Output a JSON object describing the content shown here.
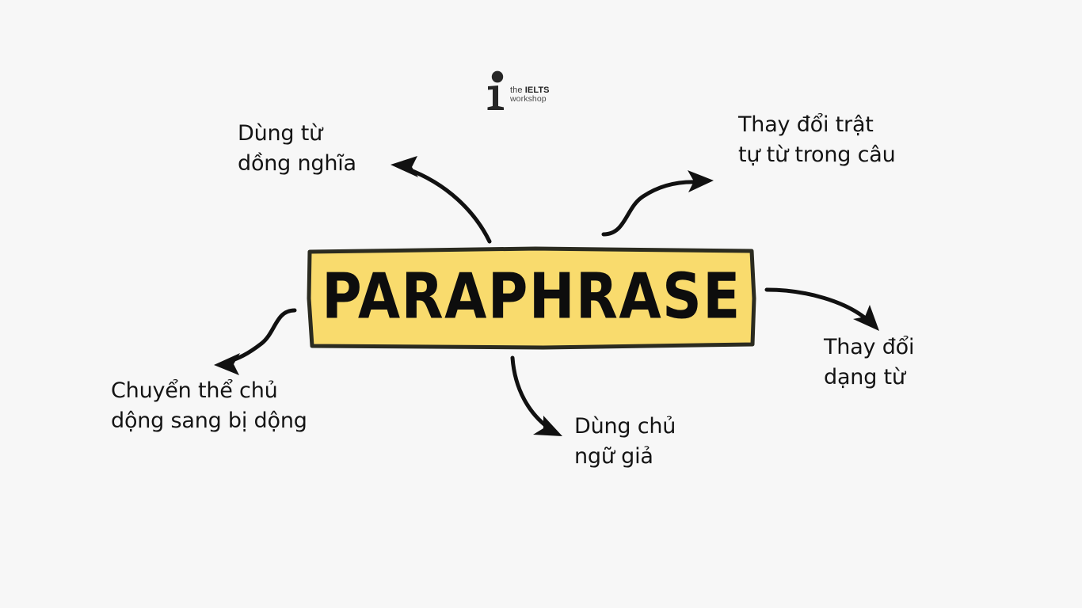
{
  "page": {
    "background_color": "#f7f7f7",
    "text_color": "#141414",
    "accent_color": "#f9db6d",
    "stroke_color": "#111111"
  },
  "logo": {
    "name": "the-ielts-workshop-logo",
    "mark": "i-serif-glyph",
    "line1_prefix": "the ",
    "line1_brand": "IELTS",
    "line2": "workshop"
  },
  "central_node": {
    "label": "PARAPHRASE",
    "fill_color": "#f9db6d",
    "border_color": "#2b2b20"
  },
  "branches": [
    {
      "id": "synonym",
      "label": "Dùng từ\ndồng nghĩa",
      "direction": "top-left",
      "arrow": "curved-arrow-up-left"
    },
    {
      "id": "word-order",
      "label": "Thay đổi trật\ntự từ trong câu",
      "direction": "top-right",
      "arrow": "curved-arrow-up-right"
    },
    {
      "id": "passive",
      "label": "Chuyển thể chủ\ndộng sang bị dộng",
      "direction": "bottom-left",
      "arrow": "curved-arrow-down-left"
    },
    {
      "id": "dummy-subject",
      "label": "Dùng chủ\nngữ giả",
      "direction": "bottom-center",
      "arrow": "curved-arrow-down-right"
    },
    {
      "id": "word-form",
      "label": "Thay đổi\ndạng từ",
      "direction": "right",
      "arrow": "curved-arrow-right-down"
    }
  ]
}
